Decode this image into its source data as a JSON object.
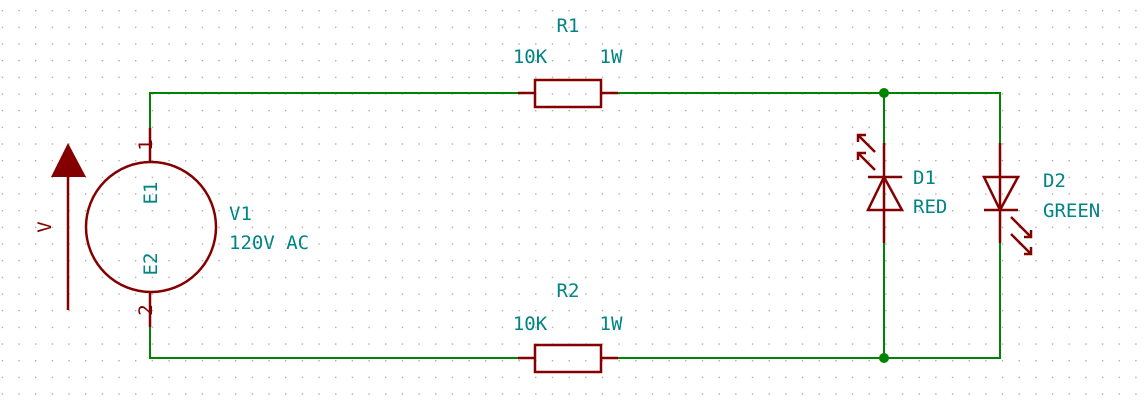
{
  "colors": {
    "wire": "#008400",
    "component": "#840000",
    "text": "#008484",
    "grid": "#848484"
  },
  "source": {
    "ref": "V1",
    "value": "120V AC",
    "pin1_number": "1",
    "pin2_number": "2",
    "pin1_name": "E1",
    "pin2_name": "E2",
    "arrow_label": "V"
  },
  "r1": {
    "ref": "R1",
    "value": "10K",
    "power": "1W"
  },
  "r2": {
    "ref": "R2",
    "value": "10K",
    "power": "1W"
  },
  "d1": {
    "ref": "D1",
    "value": "RED"
  },
  "d2": {
    "ref": "D2",
    "value": "GREEN"
  }
}
